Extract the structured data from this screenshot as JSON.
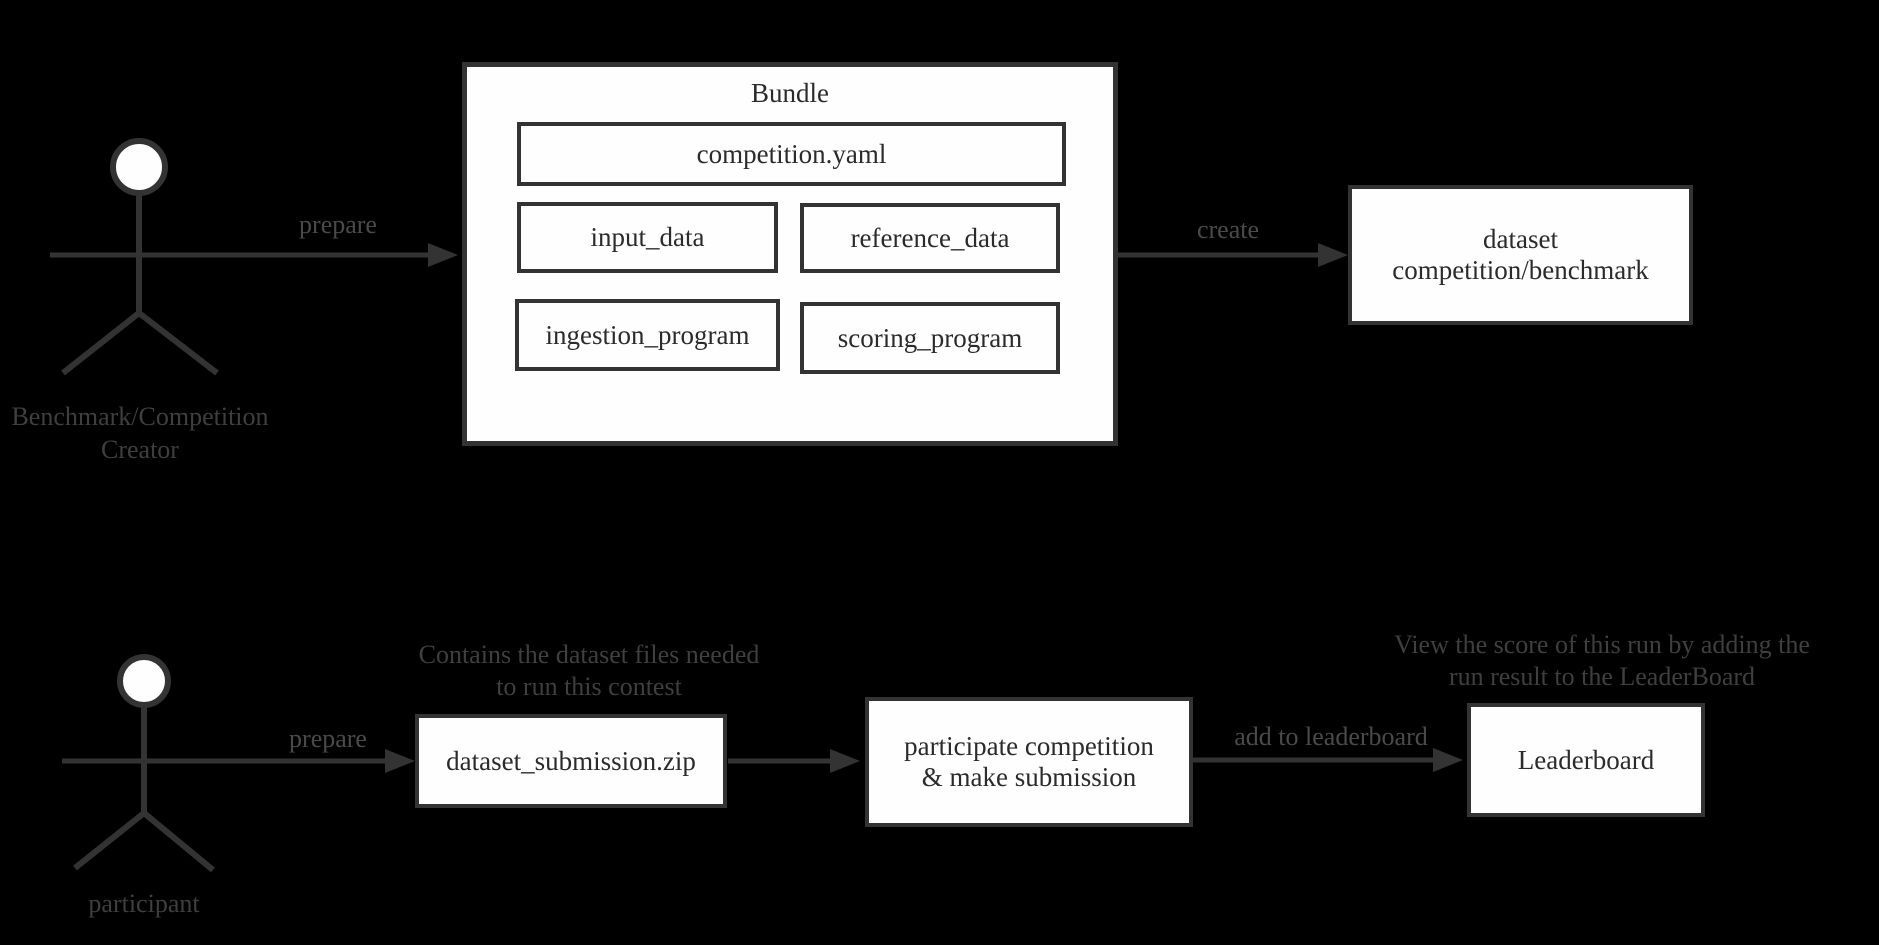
{
  "colors": {
    "background": "#000000",
    "box_fill": "#fefefe",
    "stroke": "#333333",
    "box_text": "#2b2b2b",
    "edge_label_text": "#4a4a4a",
    "note_text": "#3f3f3f"
  },
  "top_flow": {
    "actor": {
      "label_line1": "Benchmark/Competition",
      "label_line2": "Creator"
    },
    "prepare_arrow_label": "prepare",
    "bundle": {
      "title": "Bundle",
      "competition_yaml": "competition.yaml",
      "input_data": "input_data",
      "reference_data": "reference_data",
      "ingestion_program": "ingestion_program",
      "scoring_program": "scoring_program"
    },
    "create_arrow_label": "create",
    "dataset_box": {
      "line1": "dataset",
      "line2": "competition/benchmark"
    }
  },
  "bottom_flow": {
    "actor": {
      "label": "participant"
    },
    "prepare_arrow_label": "prepare",
    "submission_note": {
      "line1": "Contains the dataset files needed",
      "line2": "to run this contest"
    },
    "dataset_submission_box": "dataset_submission.zip",
    "participate_box": {
      "line1": "participate competition",
      "line2": "& make submission"
    },
    "leaderboard_arrow_label": "add to leaderboard",
    "leaderboard_note": {
      "line1": "View the score of this run by adding the",
      "line2": "run result to the LeaderBoard"
    },
    "leaderboard_box": "Leaderboard"
  }
}
